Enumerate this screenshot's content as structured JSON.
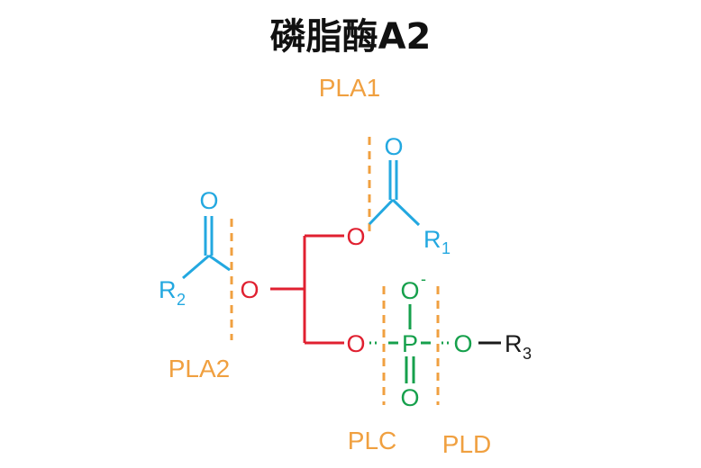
{
  "title": "磷脂酶A2",
  "colors": {
    "orange": "#F0A040",
    "blue": "#23A8E0",
    "red": "#E02030",
    "green": "#16A04C",
    "black": "#1a1a1a"
  },
  "sites": {
    "pla1": "PLA1",
    "pla2": "PLA2",
    "plc": "PLC",
    "pld": "PLD"
  },
  "atoms": {
    "oxygen": "O",
    "phosphorus": "P",
    "r": "R",
    "r1_sub": "1",
    "r2_sub": "2",
    "r3_sub": "3",
    "minus": "-"
  }
}
